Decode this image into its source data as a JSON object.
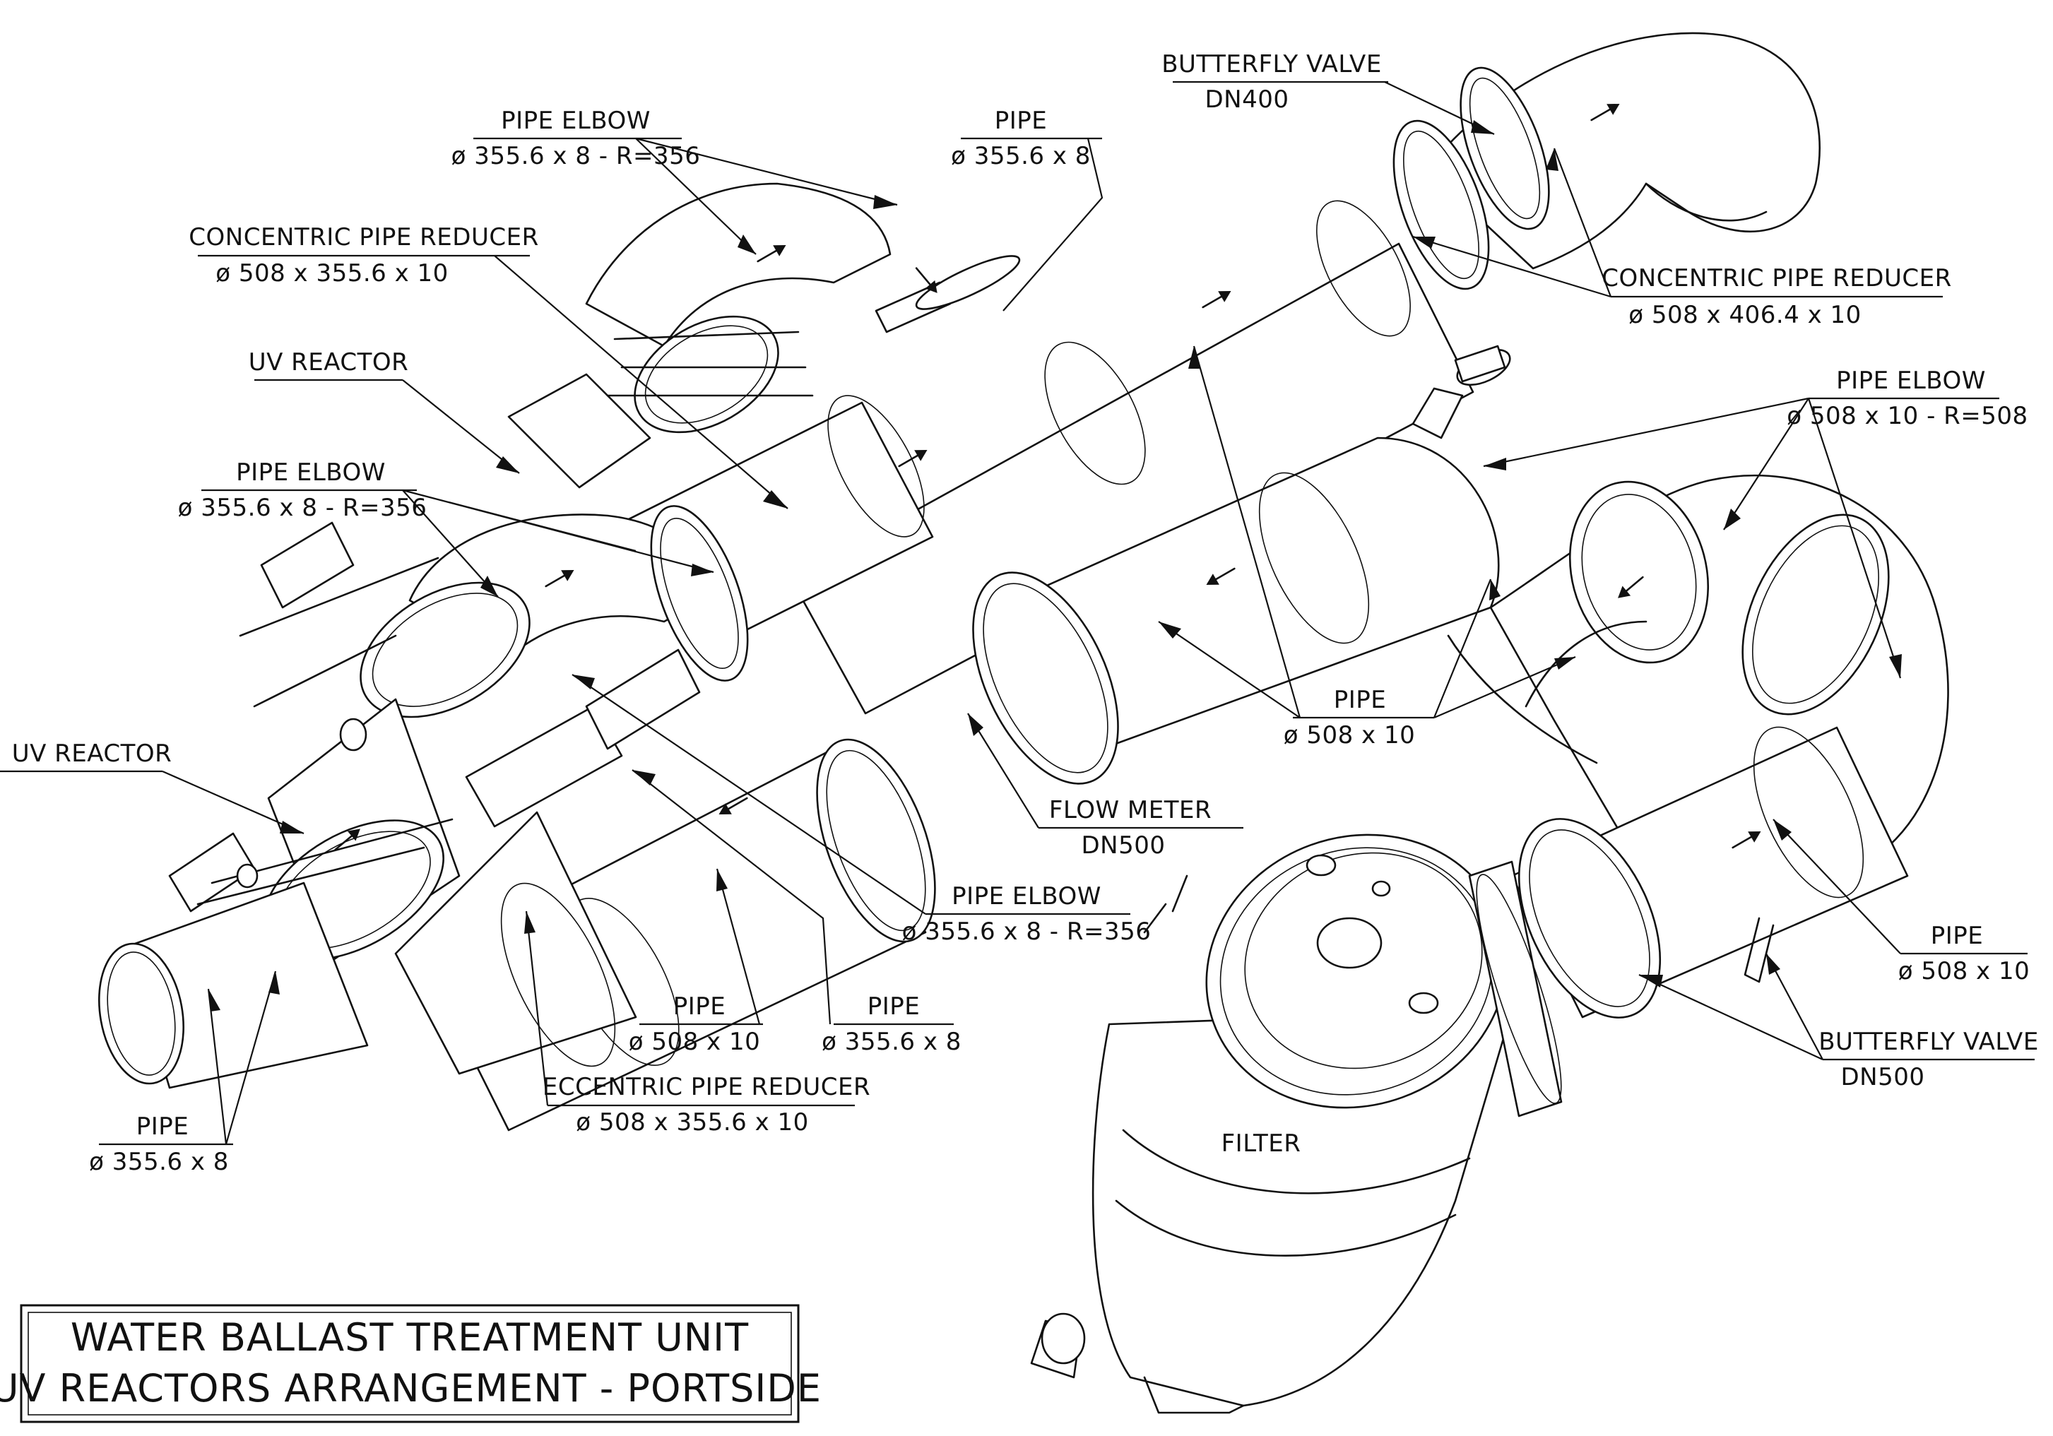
{
  "title_block": {
    "line1": "WATER BALLAST TREATMENT UNIT",
    "line2": "UV REACTORS ARRANGEMENT - PORTSIDE"
  },
  "labels": {
    "pipe_elbow_top": {
      "name": "PIPE ELBOW",
      "spec": "ø 355.6 x 8 - R=356"
    },
    "pipe_top": {
      "name": "PIPE",
      "spec": "ø 355.6 x 8"
    },
    "butterfly_valve_top": {
      "name": "BUTTERFLY VALVE",
      "spec": "DN400"
    },
    "concentric_reducer_left": {
      "name": "CONCENTRIC PIPE REDUCER",
      "spec": "ø 508 x 355.6 x 10"
    },
    "concentric_reducer_right": {
      "name": "CONCENTRIC PIPE REDUCER",
      "spec": "ø 508 x 406.4 x 10"
    },
    "uv_reactor_top": {
      "name": "UV REACTOR"
    },
    "pipe_elbow_mid": {
      "name": "PIPE ELBOW",
      "spec": "ø 355.6 x 8 - R=356"
    },
    "pipe_elbow_right": {
      "name": "PIPE ELBOW",
      "spec": "ø 508 x 10 - R=508"
    },
    "uv_reactor_left": {
      "name": "UV REACTOR"
    },
    "pipe_center": {
      "name": "PIPE",
      "spec": "ø 508 x 10"
    },
    "flow_meter": {
      "name": "FLOW METER",
      "spec": "DN500"
    },
    "pipe_elbow_low": {
      "name": "PIPE ELBOW",
      "spec": "ø 355.6 x 8 - R=356"
    },
    "pipe_right": {
      "name": "PIPE",
      "spec": "ø 508 x 10"
    },
    "butterfly_valve_right": {
      "name": "BUTTERFLY VALVE",
      "spec": "DN500"
    },
    "pipe_low_a": {
      "name": "PIPE",
      "spec": "ø 508 x 10"
    },
    "pipe_low_b": {
      "name": "PIPE",
      "spec": "ø 355.6 x 8"
    },
    "eccentric_reducer": {
      "name": "ECCENTRIC PIPE REDUCER",
      "spec": "ø 508 x 355.6 x 10"
    },
    "pipe_bottom_left": {
      "name": "PIPE",
      "spec": "ø 355.6 x 8"
    },
    "filter": {
      "name": "FILTER"
    }
  },
  "colors": {
    "line": "#111111",
    "background": "#ffffff"
  }
}
